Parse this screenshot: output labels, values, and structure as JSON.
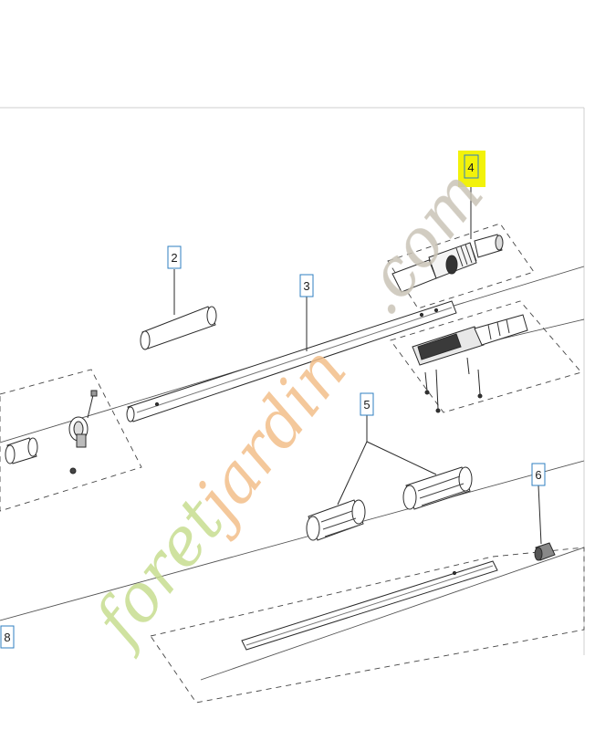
{
  "callouts": {
    "c2": {
      "label": "2"
    },
    "c3": {
      "label": "3"
    },
    "c4": {
      "label": "4"
    },
    "c5": {
      "label": "5"
    },
    "c6": {
      "label": "6"
    },
    "c8": {
      "label": "8"
    }
  },
  "watermark": {
    "text": "foretjardin.com",
    "colors": {
      "green": "#c7dd8f",
      "orange": "#f2be8a",
      "gray": "#c9c3b6"
    }
  },
  "colors": {
    "callout_border": "#2f7fc1",
    "highlight": "#f2f20a",
    "line": "#3a3a3a"
  }
}
